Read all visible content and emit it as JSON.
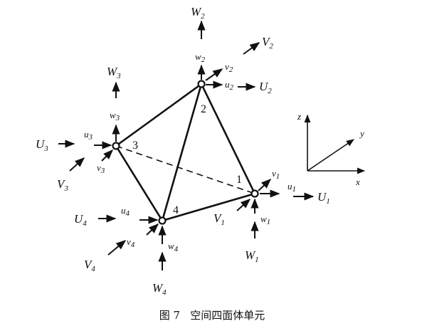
{
  "nodes": [
    {
      "id": "1",
      "label": "1"
    },
    {
      "id": "2",
      "label": "2"
    },
    {
      "id": "3",
      "label": "3"
    },
    {
      "id": "4",
      "label": "4"
    }
  ],
  "labels": {
    "n1": {
      "U": "U",
      "V": "V",
      "W": "W",
      "u": "u",
      "v": "v",
      "w": "w",
      "sub": "1"
    },
    "n2": {
      "U": "U",
      "V": "V",
      "W": "W",
      "u": "u",
      "v": "v",
      "w": "w",
      "sub": "2"
    },
    "n3": {
      "U": "U",
      "V": "V",
      "W": "W",
      "u": "u",
      "v": "v",
      "w": "w",
      "sub": "3"
    },
    "n4": {
      "U": "U",
      "V": "V",
      "W": "W",
      "u": "u",
      "v": "v",
      "w": "w",
      "sub": "4"
    }
  },
  "axes": {
    "x": "x",
    "y": "y",
    "z": "z"
  },
  "caption": "图 7   空间四面体单元"
}
